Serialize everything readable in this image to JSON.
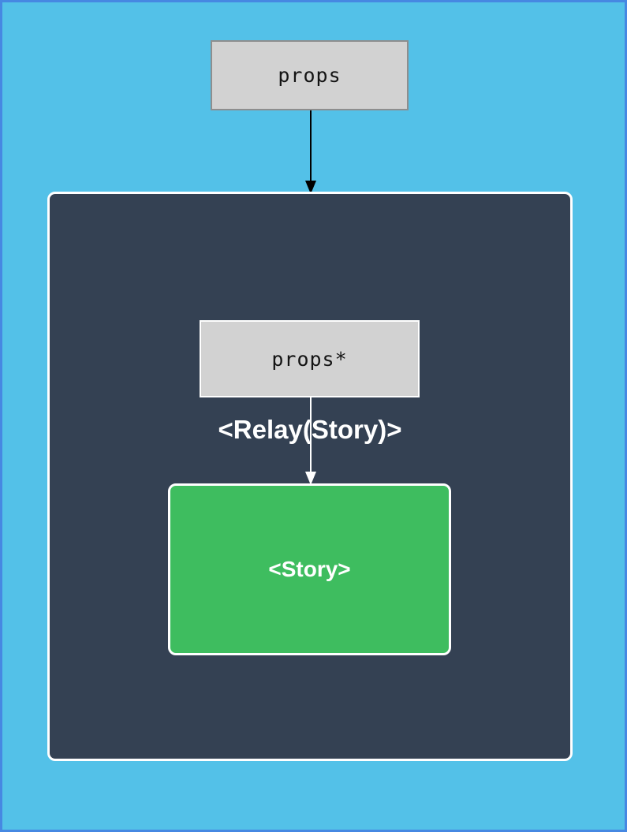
{
  "diagram": {
    "outer_props": {
      "label": "props"
    },
    "relay_container": {
      "title": "<Relay(Story)>",
      "inner_props": {
        "label": "props*"
      },
      "story": {
        "label": "<Story>"
      }
    },
    "arrows": [
      {
        "name": "props-to-relay",
        "color": "#000000",
        "direction": "down"
      },
      {
        "name": "props-to-story",
        "color": "#ffffff",
        "direction": "down"
      }
    ],
    "colors": {
      "page_background": "#53c1e8",
      "page_border": "#4688e2",
      "container_background": "#344153",
      "container_border": "#ffffff",
      "props_box_fill": "#d2d2d2",
      "outer_props_border": "#8e8e8e",
      "inner_props_border": "#ffffff",
      "story_fill": "#3ebd5f",
      "story_border": "#ffffff",
      "title_text": "#ffffff",
      "props_text": "#141414"
    }
  }
}
